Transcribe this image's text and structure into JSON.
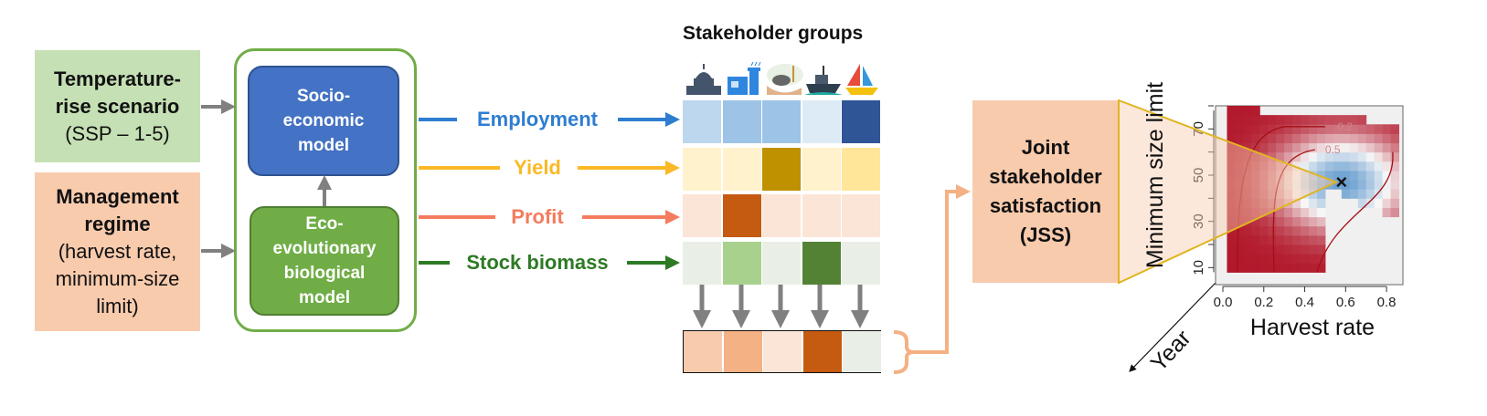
{
  "inputs": {
    "temperature": {
      "line1": "Temperature-",
      "line2": "rise scenario",
      "line3": "(SSP – 1-5)"
    },
    "management": {
      "line1": "Management",
      "line2": "regime",
      "line3": "(harvest rate,",
      "line4": "minimum-size",
      "line5": "limit)"
    }
  },
  "models": {
    "socio": {
      "line1": "Socio-",
      "line2": "economic",
      "line3": "model"
    },
    "eco": {
      "line1": "Eco-",
      "line2": "evolutionary",
      "line3": "biological",
      "line4": "model"
    }
  },
  "metrics": [
    {
      "label": "Employment",
      "color": "#2e7dd1"
    },
    {
      "label": "Yield",
      "color": "#fbb927"
    },
    {
      "label": "Profit",
      "color": "#f57c5e"
    },
    {
      "label": "Stock biomass",
      "color": "#2d7a25"
    }
  ],
  "stakeholders": {
    "title": "Stakeholder groups",
    "icons": [
      "government-capitol-icon",
      "industry-factory-icon",
      "conservation-wildlife-icon",
      "fishing-vessel-icon",
      "recreational-sailboat-icon"
    ]
  },
  "matrix": {
    "rows": [
      [
        "#bdd7ee",
        "#9dc3e6",
        "#9dc3e6",
        "#ddebf7",
        "#2f5597"
      ],
      [
        "#fff2cc",
        "#fff2cc",
        "#bf9000",
        "#fff2cc",
        "#ffe699"
      ],
      [
        "#fbe5d6",
        "#c55a11",
        "#fbe5d6",
        "#fbe5d6",
        "#fbe5d6"
      ],
      [
        "#e9efe7",
        "#a9d18e",
        "#e9efe7",
        "#548235",
        "#e9efe7"
      ]
    ],
    "aggregate": [
      "#f8cbad",
      "#f4b183",
      "#fbe5d6",
      "#c55a11",
      "#e9efe7"
    ]
  },
  "jss": {
    "line1": "Joint",
    "line2": "stakeholder",
    "line3": "satisfaction",
    "line4": "(JSS)"
  },
  "chart_data": {
    "type": "heatmap",
    "title": "",
    "xlabel": "Harvest rate",
    "ylabel": "Minimum size limit",
    "zlabel": "Year",
    "xlim": [
      0.0,
      0.88
    ],
    "ylim": [
      5,
      80
    ],
    "x_ticks": [
      "0.0",
      "0.2",
      "0.4",
      "0.6",
      "0.8"
    ],
    "y_ticks": [
      "10",
      "30",
      "50",
      "70"
    ],
    "contours": [
      {
        "level": 0.2,
        "label": "0.2"
      },
      {
        "level": 0.5,
        "label": "0.5"
      }
    ],
    "optimum": {
      "x": 0.58,
      "y": 47,
      "marker": "×"
    },
    "colormap": "red (low) → white → blue (high)"
  }
}
